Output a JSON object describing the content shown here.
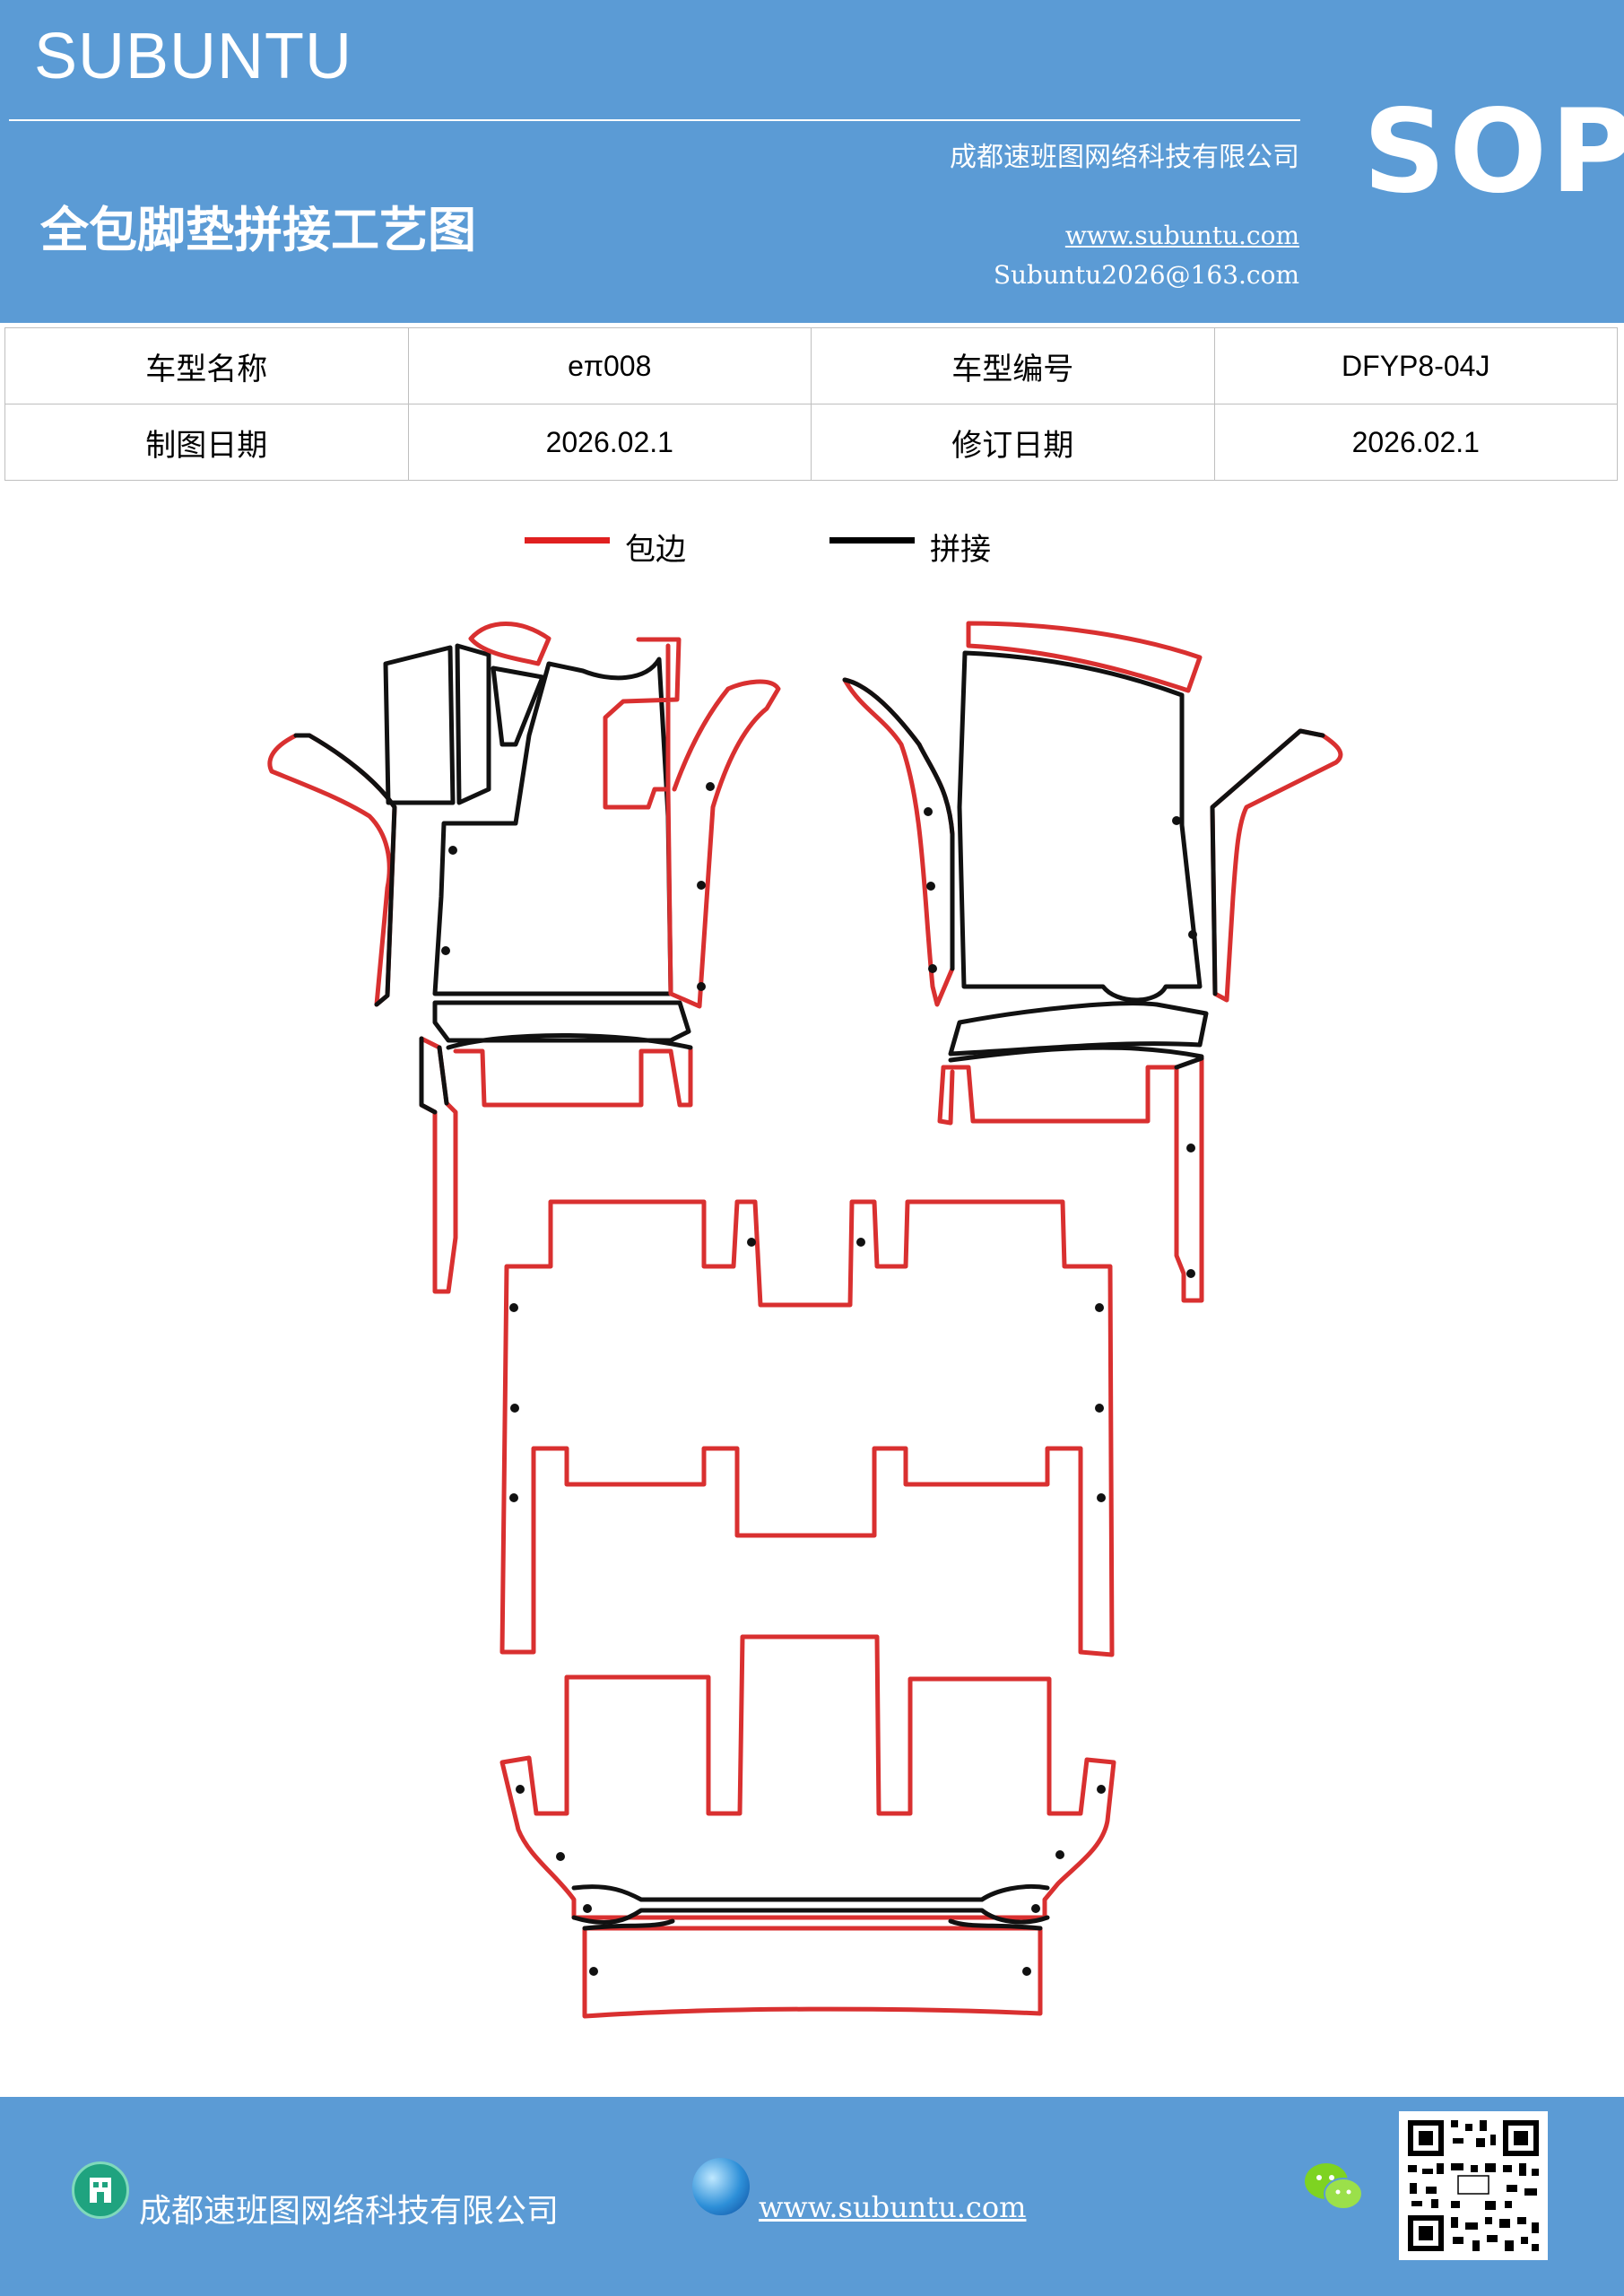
{
  "header": {
    "brand": "SUBUNTU",
    "company": "成都速班图网络科技有限公司",
    "title": "全包脚垫拼接工艺图",
    "website": "www.subuntu.com",
    "email": "Subuntu2026@163.com",
    "badge": "SOP"
  },
  "info_table": {
    "rows": [
      {
        "label1": "车型名称",
        "value1": "eπ008",
        "label2": "车型编号",
        "value2": "DFYP8-04J"
      },
      {
        "label1": "制图日期",
        "value1": "2026.02.1",
        "label2": "修订日期",
        "value2": "2026.02.1"
      }
    ]
  },
  "legend": [
    {
      "label": "包边",
      "color": "#e02020"
    },
    {
      "label": "拼接",
      "color": "#000000"
    }
  ],
  "colors": {
    "banner": "#5b9bd5",
    "edge_binding": "#d93030",
    "seam": "#111111"
  },
  "footer": {
    "company": "成都速班图网络科技有限公司",
    "website": "www.subuntu.com",
    "icons": [
      "building-icon",
      "globe-icon",
      "wechat-icon",
      "qr-code"
    ]
  }
}
